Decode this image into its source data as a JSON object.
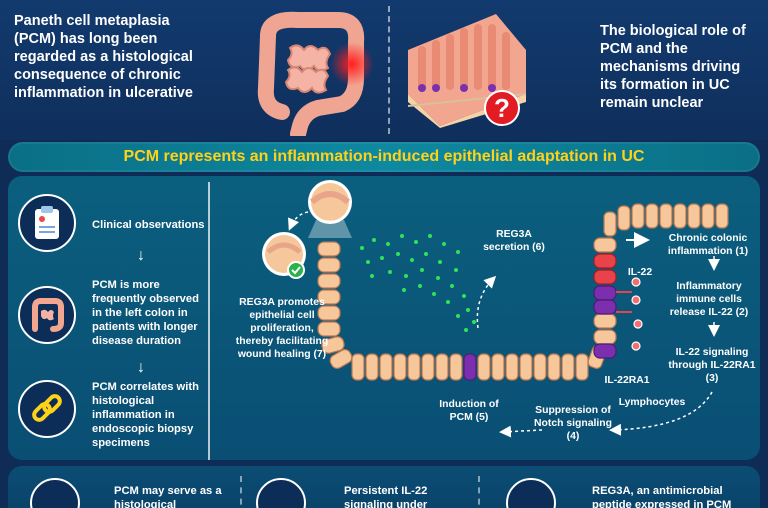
{
  "top": {
    "left_text": "Paneth cell metaplasia (PCM) has long been regarded as a histological consequence of chronic inflammation in ulcerative",
    "right_text": "The biological role of PCM and the mechanisms driving its formation in UC remain unclear",
    "question_mark": "?"
  },
  "banner": {
    "title": "PCM represents an inflammation-induced epithelial adaptation in UC"
  },
  "left_panel": {
    "items": [
      {
        "text": "Clinical observations",
        "icon": "clipboard-icon"
      },
      {
        "text": "PCM is more frequently observed in the left colon in patients with longer disease duration",
        "icon": "colon-icon"
      },
      {
        "text": "PCM correlates with histological inflammation in endoscopic biopsy specimens",
        "icon": "chain-link-icon"
      }
    ],
    "arrow": "↓"
  },
  "diagram": {
    "labels": {
      "reg3a_wound": "REG3A promotes epithelial cell proliferation, thereby facilitating wound healing (7)",
      "reg3a_secretion": "REG3A secretion (6)",
      "chronic_inflammation": "Chronic colonic inflammation (1)",
      "il22": "IL-22",
      "immune_cells": "Inflammatory immune cells release IL-22 (2)",
      "il22_signaling": "IL-22 signaling through IL-22RA1 (3)",
      "il22ra1": "IL-22RA1",
      "lymphocytes": "Lymphocytes",
      "notch": "Suppression of Notch signaling (4)",
      "induction": "Induction of PCM (5)"
    },
    "colors": {
      "epithelium": "#f6c79b",
      "inflamed": "#e8424a",
      "paneth": "#7b2fae",
      "reg3a": "#2ee35c"
    }
  },
  "bottom": {
    "items": [
      {
        "text": "PCM may serve as a histological"
      },
      {
        "text": "Persistent IL-22 signaling under"
      },
      {
        "text": "REG3A, an antimicrobial peptide expressed in PCM"
      }
    ]
  }
}
